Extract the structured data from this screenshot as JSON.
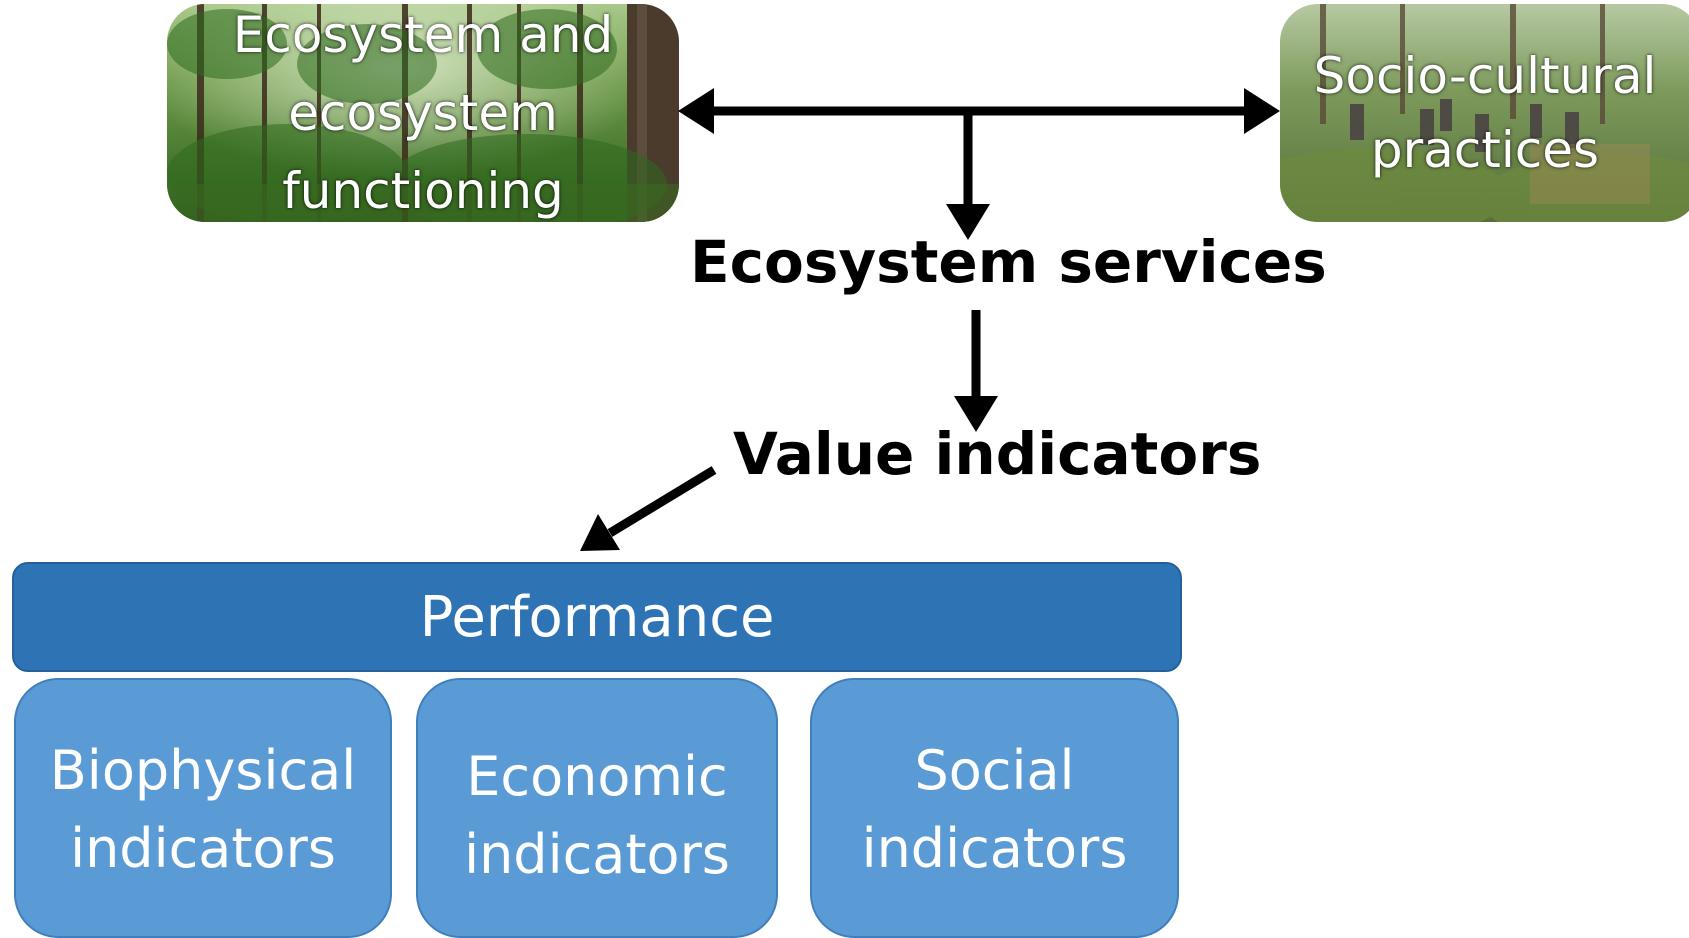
{
  "boxes": {
    "ecosystem": "Ecosystem and\necosystem\nfunctioning",
    "socio": "Socio-cultural\npractices"
  },
  "labels": {
    "services": "Ecosystem services",
    "values": "Value indicators"
  },
  "performance": "Performance",
  "indicators": {
    "biophysical": "Biophysical\nindicators",
    "economic": "Economic\nindicators",
    "social": "Social\nindicators"
  },
  "colors": {
    "performance_bar": "#2e74b5",
    "indicator_box": "#5b9bd5",
    "arrow": "#000000"
  }
}
